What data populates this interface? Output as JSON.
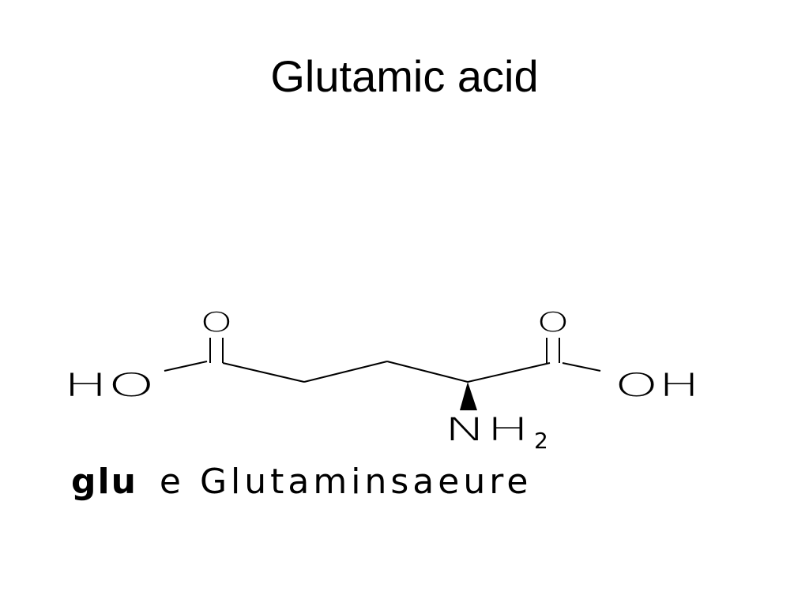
{
  "title": "Glutamic acid",
  "molecule": {
    "left_hydroxyl": "HO",
    "right_hydroxyl": "OH",
    "left_carbonyl_oxygen": "O",
    "right_carbonyl_oxygen": "O",
    "amine_group": "NH",
    "amine_subscript": "2"
  },
  "caption": {
    "abbreviation": "glu",
    "text": "e Glutaminsaeure"
  }
}
